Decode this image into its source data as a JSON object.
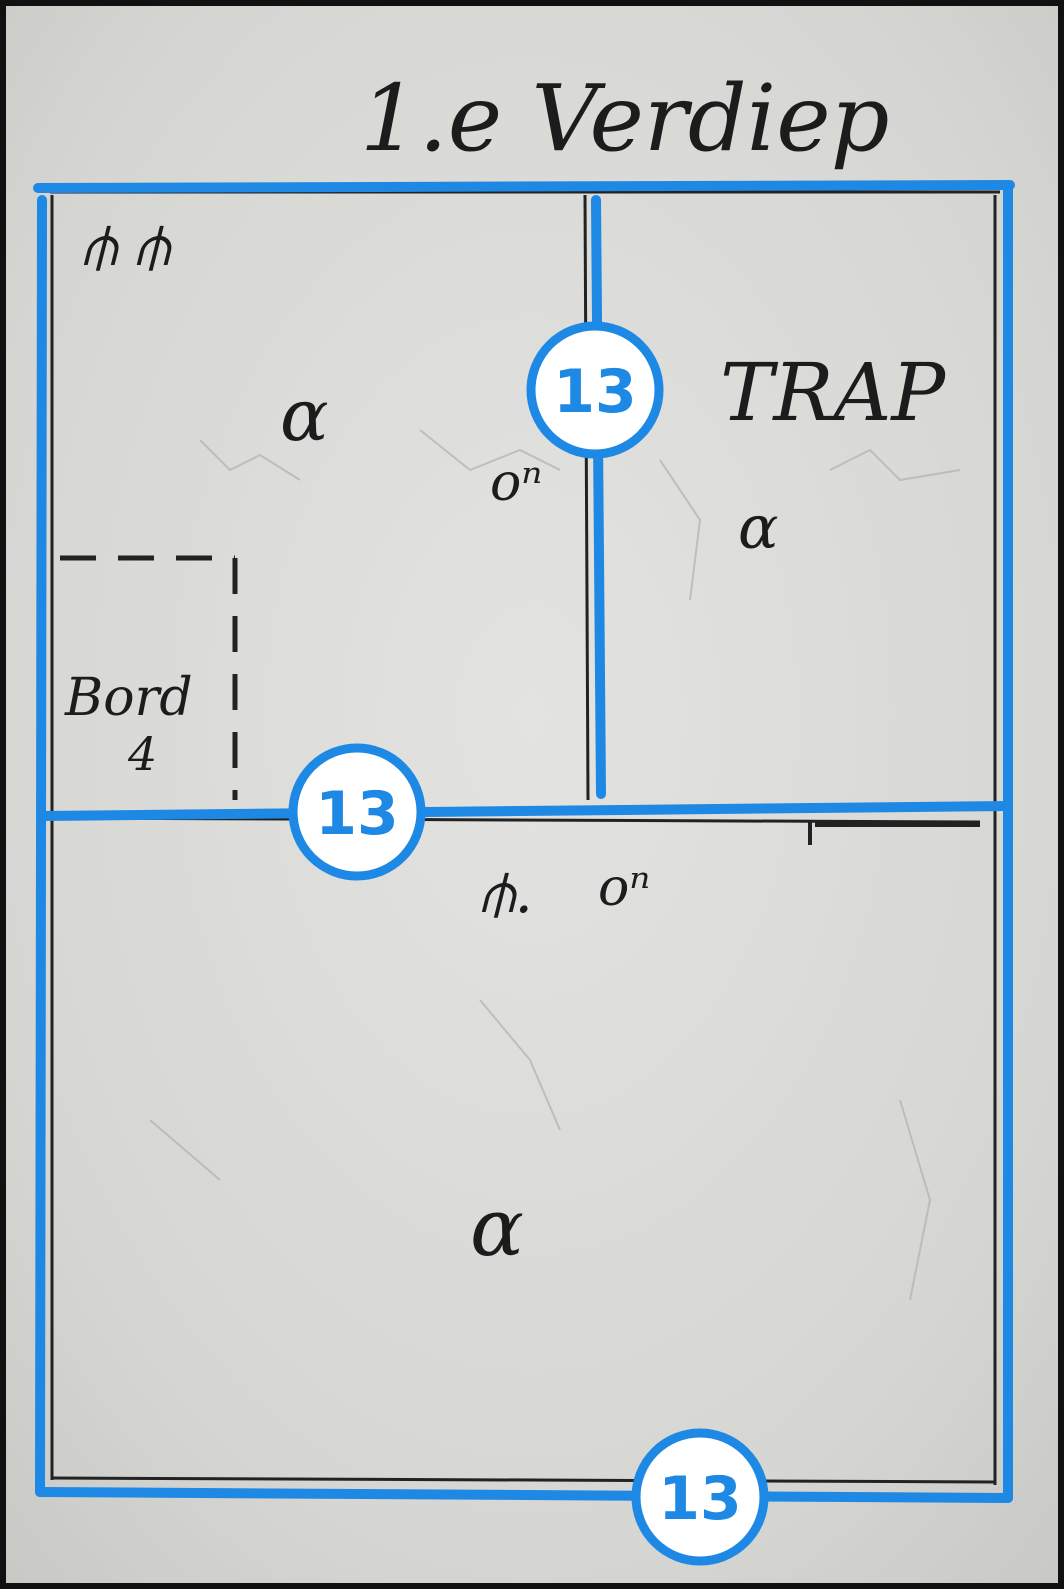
{
  "floor_title": "1.e Verdiep",
  "room_labels": {
    "stair": "TRAP",
    "cupboard": "Bord",
    "cupboard_number": "4"
  },
  "symbols": {
    "room_top_left": "α",
    "room_stair": "α",
    "room_bottom": "α",
    "switch_pair": "⫛ ⫛",
    "switch_single": "⫛.",
    "outlet_1": "oⁿ",
    "outlet_2": "oⁿ"
  },
  "badges": {
    "vertical_wall": "13",
    "middle_wall": "13",
    "bottom_wall": "13"
  },
  "colors": {
    "line_blue": "#1e88e5",
    "paper": "#d9d9d6",
    "ink": "#1c1c1c"
  }
}
